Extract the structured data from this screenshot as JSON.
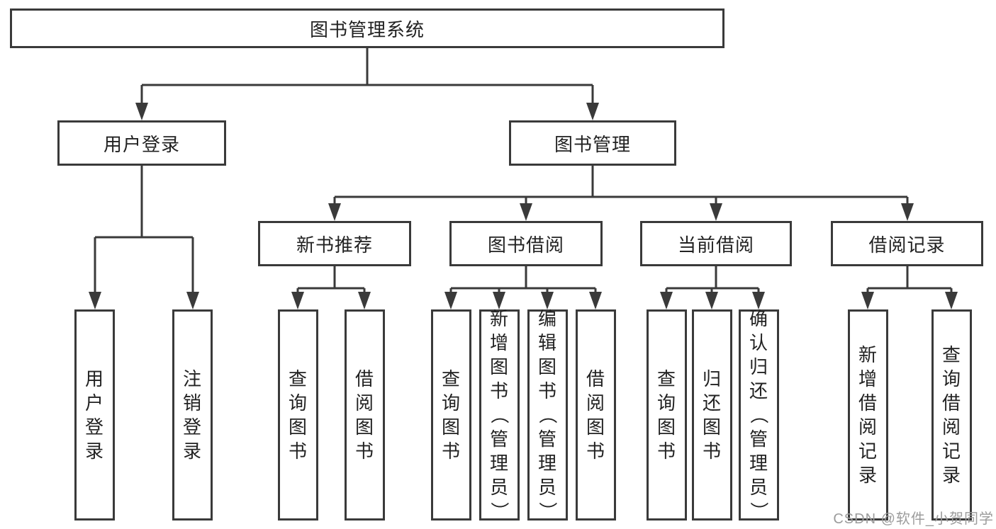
{
  "tree": {
    "root": "图书管理系统",
    "login": {
      "label": "用户登录",
      "children": [
        "用户登录",
        "注销登录"
      ]
    },
    "management": {
      "label": "图书管理",
      "modules": [
        {
          "label": "新书推荐",
          "children": [
            "查询图书",
            "借阅图书"
          ]
        },
        {
          "label": "图书借阅",
          "children": [
            "查询图书",
            "新增图书（管理员）",
            "编辑图书（管理员）",
            "借阅图书"
          ]
        },
        {
          "label": "当前借阅",
          "children": [
            "查询图书",
            "归还图书",
            "确认归还（管理员）"
          ]
        },
        {
          "label": "借阅记录",
          "children": [
            "新增借阅记录",
            "查询借阅记录"
          ]
        }
      ]
    }
  },
  "watermark": "CSDN @软件_小贺同学",
  "colors": {
    "line": "#3a3a3a",
    "text": "#222222",
    "watermark": "#9c9c9c",
    "background": "#ffffff"
  }
}
